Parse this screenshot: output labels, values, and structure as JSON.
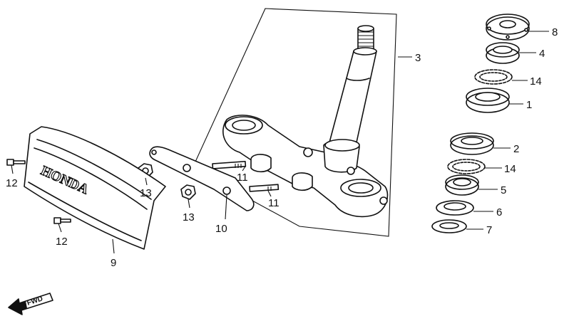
{
  "emblem": {
    "text": "HONDA"
  },
  "fwd_label": "FWD",
  "callouts": [
    {
      "id": "1",
      "text": "1"
    },
    {
      "id": "2",
      "text": "2"
    },
    {
      "id": "3",
      "text": "3"
    },
    {
      "id": "4",
      "text": "4"
    },
    {
      "id": "5",
      "text": "5"
    },
    {
      "id": "6",
      "text": "6"
    },
    {
      "id": "7",
      "text": "7"
    },
    {
      "id": "8",
      "text": "8"
    },
    {
      "id": "9",
      "text": "9"
    },
    {
      "id": "10",
      "text": "10"
    },
    {
      "id": "11a",
      "text": "11"
    },
    {
      "id": "11b",
      "text": "11"
    },
    {
      "id": "12a",
      "text": "12"
    },
    {
      "id": "12b",
      "text": "12"
    },
    {
      "id": "13a",
      "text": "13"
    },
    {
      "id": "13b",
      "text": "13"
    },
    {
      "id": "14a",
      "text": "14"
    },
    {
      "id": "14b",
      "text": "14"
    }
  ]
}
